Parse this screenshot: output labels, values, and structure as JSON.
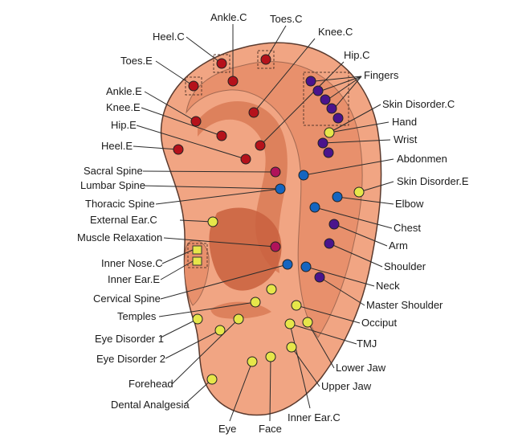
{
  "colors": {
    "skin": "#f1a583",
    "skin_mid": "#e8906c",
    "skin_shadow": "#d97a56",
    "skin_deep": "#c9603e",
    "outline": "#5a3a2e",
    "point_red": "#b5121b",
    "point_blue": "#1565c0",
    "point_purple": "#4a148c",
    "point_magenta": "#b0135a",
    "point_yellow": "#e6e64a",
    "leader": "#2b2b2b"
  },
  "labels": {
    "ankle_c": "Ankle.C",
    "toes_c": "Toes.C",
    "knee_c": "Knee.C",
    "heel_c": "Heel.C",
    "hip_c": "Hip.C",
    "toes_e": "Toes.E",
    "fingers": "Fingers",
    "ankle_e": "Ankle.E",
    "knee_e": "Knee.E",
    "hip_e": "Hip.E",
    "heel_e": "Heel.E",
    "skin_disorder_c": "Skin Disorder.C",
    "hand": "Hand",
    "wrist": "Wrist",
    "abdomen": "Abdonmen",
    "sacral_spine": "Sacral Spine",
    "lumbar_spine": "Lumbar Spine",
    "skin_disorder_e": "Skin Disorder.E",
    "thoracic_spine": "Thoracic Spine",
    "elbow": "Elbow",
    "external_ear_c": "External Ear.C",
    "chest": "Chest",
    "muscle_relaxation": "Muscle Relaxation",
    "arm": "Arm",
    "inner_nose_c": "Inner Nose.C",
    "shoulder": "Shoulder",
    "inner_ear_e": "Inner Ear.E",
    "neck": "Neck",
    "cervical_spine": "Cervical Spine",
    "master_shoulder": "Master Shoulder",
    "temples": "Temples",
    "occiput": "Occiput",
    "eye_disorder_1": "Eye Disorder 1",
    "tmj": "TMJ",
    "eye_disorder_2": "Eye Disorder 2",
    "lower_jaw": "Lower Jaw",
    "forehead": "Forehead",
    "upper_jaw": "Upper Jaw",
    "dental_analgesia": "Dental Analgesia",
    "eye": "Eye",
    "face": "Face",
    "inner_ear_c": "Inner Ear.C"
  }
}
